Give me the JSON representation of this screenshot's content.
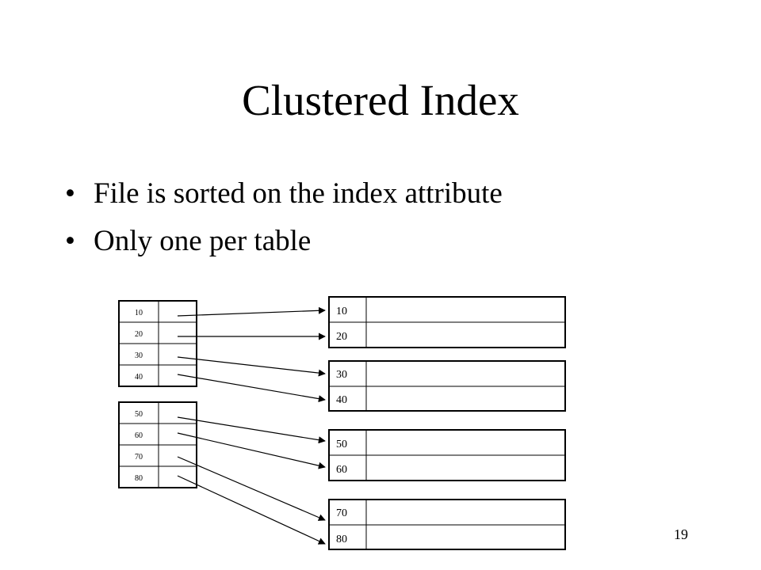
{
  "slide": {
    "title": "Clustered Index",
    "bullets": [
      "File is sorted on the index attribute",
      "Only one per table"
    ],
    "page_number": "19"
  },
  "diagram": {
    "index_pages": [
      {
        "keys": [
          "10",
          "20",
          "30",
          "40"
        ]
      },
      {
        "keys": [
          "50",
          "60",
          "70",
          "80"
        ]
      }
    ],
    "data_blocks": [
      {
        "keys": [
          "10",
          "20"
        ]
      },
      {
        "keys": [
          "30",
          "40"
        ]
      },
      {
        "keys": [
          "50",
          "60"
        ]
      },
      {
        "keys": [
          "70",
          "80"
        ]
      }
    ],
    "line_color": "#000000"
  }
}
